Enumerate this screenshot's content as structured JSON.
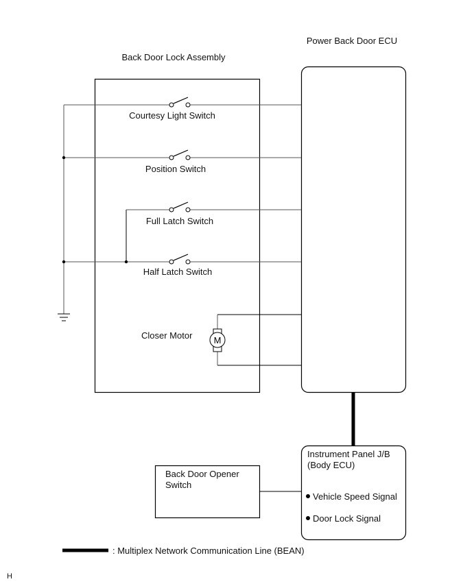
{
  "diagram": {
    "components": {
      "lock_assembly": {
        "title": "Back Door Lock Assembly",
        "switches": [
          {
            "id": "courtesy",
            "label": "Courtesy Light Switch"
          },
          {
            "id": "position",
            "label": "Position Switch"
          },
          {
            "id": "full_latch",
            "label": "Full Latch Switch"
          },
          {
            "id": "half_latch",
            "label": "Half Latch Switch"
          }
        ],
        "motor": {
          "label": "Closer Motor",
          "symbol": "M"
        }
      },
      "ecu": {
        "title": "Power Back Door ECU"
      },
      "junction_block": {
        "title_line1": "Instrument Panel J/B",
        "title_line2": "(Body ECU)",
        "signals": [
          "Vehicle Speed Signal",
          "Door Lock Signal"
        ]
      },
      "opener_switch": {
        "title_line1": "Back Door Opener",
        "title_line2": "Switch"
      }
    },
    "legend": {
      "line_label": ": Multiplex Network Communication Line (BEAN)"
    },
    "corner_mark": "H"
  }
}
